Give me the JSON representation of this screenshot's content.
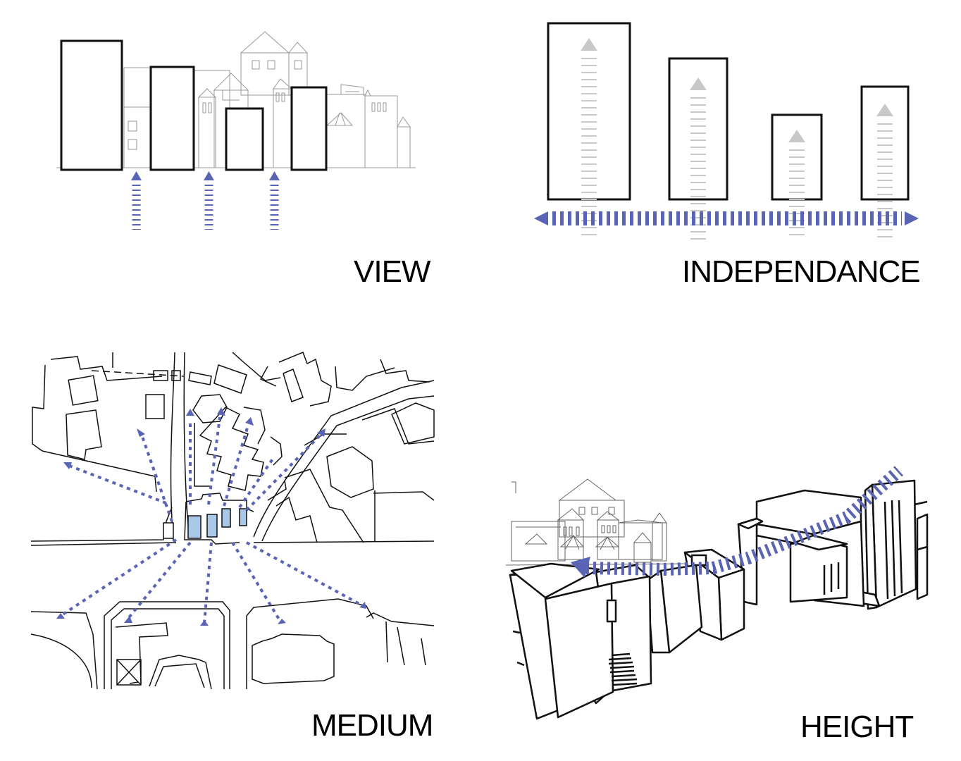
{
  "labels": {
    "view": "VIEW",
    "independance": "INDEPENDANCE",
    "medium": "MEDIUM",
    "height": "HEIGHT"
  },
  "colors": {
    "accent": "#5a64b4",
    "highlight": "#a9c8e8",
    "arrow_grey": "#c8c8c8",
    "ink": "#111111",
    "background_sketch": "#9a9a9a"
  }
}
